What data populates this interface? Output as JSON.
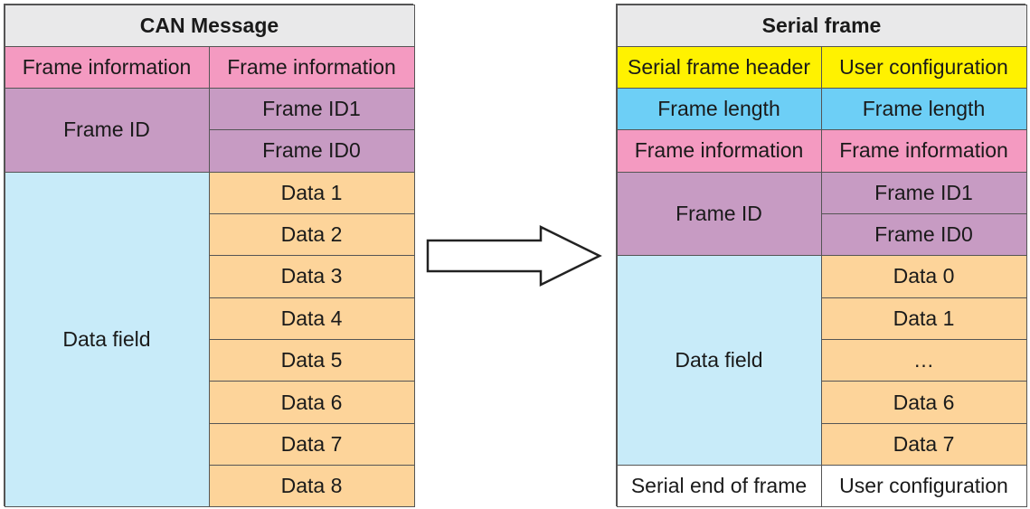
{
  "colors": {
    "header": "#e9e9ea",
    "frame_info": "#f49ac1",
    "frame_id": "#c79bc3",
    "data_field": "#c8ebf9",
    "data": "#fdd49a",
    "serial_header": "#fff200",
    "frame_length": "#6dcff6",
    "end": "#ffffff"
  },
  "left": {
    "title": "CAN Message",
    "frame_info_a": "Frame information",
    "frame_info_b": "Frame information",
    "frame_id": "Frame ID",
    "frame_id1": "Frame ID1",
    "frame_id0": "Frame ID0",
    "data_field": "Data field",
    "data": [
      "Data 1",
      "Data 2",
      "Data 3",
      "Data 4",
      "Data 5",
      "Data 6",
      "Data 7",
      "Data 8"
    ]
  },
  "right": {
    "title": "Serial frame",
    "serial_header": "Serial frame header",
    "user_config_top": "User configuration",
    "frame_length_a": "Frame length",
    "frame_length_b": "Frame length",
    "frame_info_a": "Frame information",
    "frame_info_b": "Frame information",
    "frame_id": "Frame ID",
    "frame_id1": "Frame ID1",
    "frame_id0": "Frame ID0",
    "data_field": "Data field",
    "data": [
      "Data 0",
      "Data 1",
      "…",
      "Data 6",
      "Data 7"
    ],
    "serial_end": "Serial end of frame",
    "user_config_bottom": "User configuration"
  },
  "arrow_icon": "right-arrow-icon"
}
